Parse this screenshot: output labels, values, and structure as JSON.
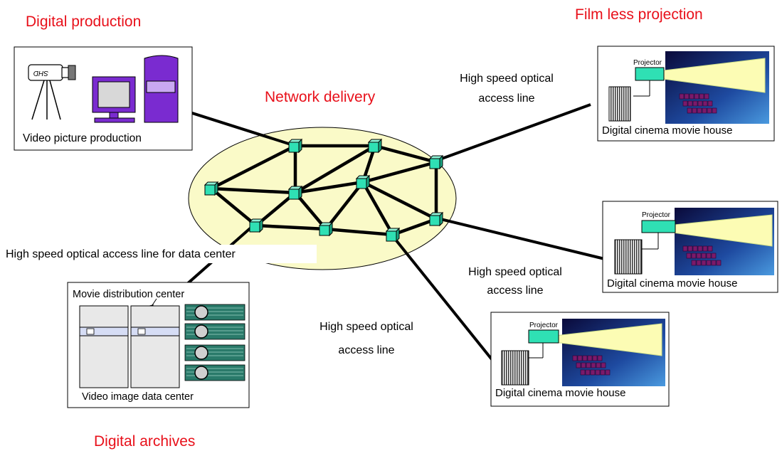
{
  "sections": {
    "digital_production": "Digital production",
    "film_less_projection": "Film less projection",
    "network_delivery": "Network delivery",
    "digital_archives": "Digital archives"
  },
  "line_labels": {
    "top_right": [
      "High speed optical",
      "access line"
    ],
    "mid_right": [
      "High speed optical",
      "access line"
    ],
    "bottom": [
      "High speed optical",
      "access line"
    ],
    "data_center": "High speed optical access line for data center"
  },
  "production": {
    "caption": "Video picture production",
    "camera_text": "SHD"
  },
  "archive": {
    "top_caption": "Movie distribution center",
    "bottom_caption": "Video image data center"
  },
  "cinemas": [
    {
      "caption": "Digital cinema movie house",
      "projector_label": "Projector"
    },
    {
      "caption": "Digital cinema movie house",
      "projector_label": "Projector"
    },
    {
      "caption": "Digital cinema movie house",
      "projector_label": "Projector"
    }
  ],
  "colors": {
    "title_red": "#e8101a",
    "network_fill": "#fafac8",
    "node_fill": "#2fe0b4",
    "monitor_purple": "#7a2bd0",
    "screen_dark": "#101060",
    "beam_yellow": "#fcfcb4",
    "projector_teal": "#2fe0b4"
  }
}
